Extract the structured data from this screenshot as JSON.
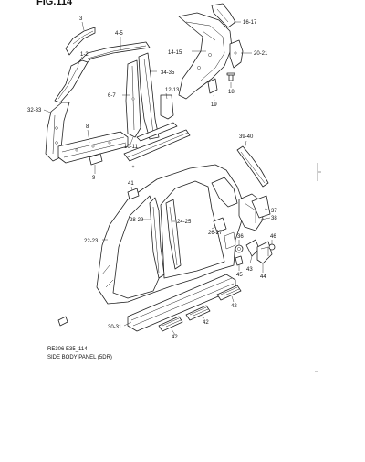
{
  "header": {
    "fig_ref": "FIG.114"
  },
  "footer": {
    "code": "RE306 E35_114",
    "caption": "SIDE BODY PANEL (5DR)"
  },
  "callouts": {
    "c3": "3",
    "c4_5": "4-5",
    "c1_2": "1-2",
    "c34_35": "34-35",
    "c6_7": "6-7",
    "c12_13": "12-13",
    "c32_33": "32-33",
    "c8": "8",
    "c10_11": "10-11",
    "c9": "9",
    "c16_17": "16-17",
    "c14_15": "14-15",
    "c20_21": "20-21",
    "c18": "18",
    "c19": "19",
    "c39_40": "39-40",
    "c41": "41",
    "c28_29": "28-29",
    "c24_25": "24-25",
    "c26_27": "26-27",
    "c22_23": "22-23",
    "c37": "37",
    "c38": "38",
    "c36": "36",
    "c46": "46",
    "c45": "45",
    "c43": "43",
    "c44": "44",
    "c42a": "42",
    "c42b": "42",
    "c42c": "42",
    "c30_31": "30-31"
  }
}
